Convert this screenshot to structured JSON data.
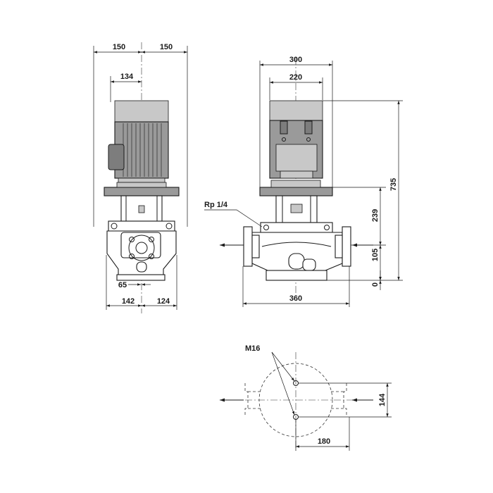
{
  "side_view": {
    "dim_left_half": "150",
    "dim_right_half": "150",
    "dim_motor_offset": "134",
    "dim_port_65": "65",
    "dim_bottom_left": "142",
    "dim_bottom_right": "124"
  },
  "front_view": {
    "dim_motor_width": "300",
    "dim_motor_body": "220",
    "label_rp": "Rp 1/4",
    "dim_port_to_port": "360",
    "height_total": "735",
    "height_flange": "239",
    "height_axis": "105",
    "height_zero": "0"
  },
  "plan_view": {
    "label_bolt": "M16",
    "dim_bolt_spacing": "144",
    "dim_bolt_offset": "180"
  }
}
